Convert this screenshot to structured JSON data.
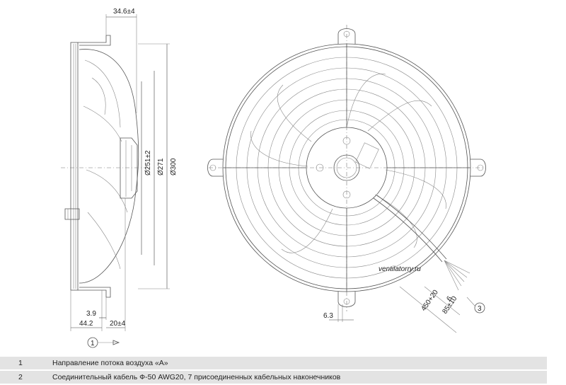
{
  "dimensions": {
    "top_depth": "34.6±4",
    "d251": "Ø251±2",
    "d271": "Ø271",
    "d300": "Ø300",
    "d39": "3.9",
    "d442": "44.2",
    "d20": "20±4",
    "d63": "6.3",
    "d6": "6",
    "d85": "85±10",
    "d450": "450+20"
  },
  "callouts": {
    "c1": "1",
    "c3": "3"
  },
  "watermark": "ventilatorry.ru",
  "legend": [
    {
      "num": "1",
      "text": "Направление потока воздуха «A»"
    },
    {
      "num": "2",
      "text": "Соединительный кабель Ф-50 AWG20, 7 присоединенных кабельных наконечников"
    }
  ]
}
